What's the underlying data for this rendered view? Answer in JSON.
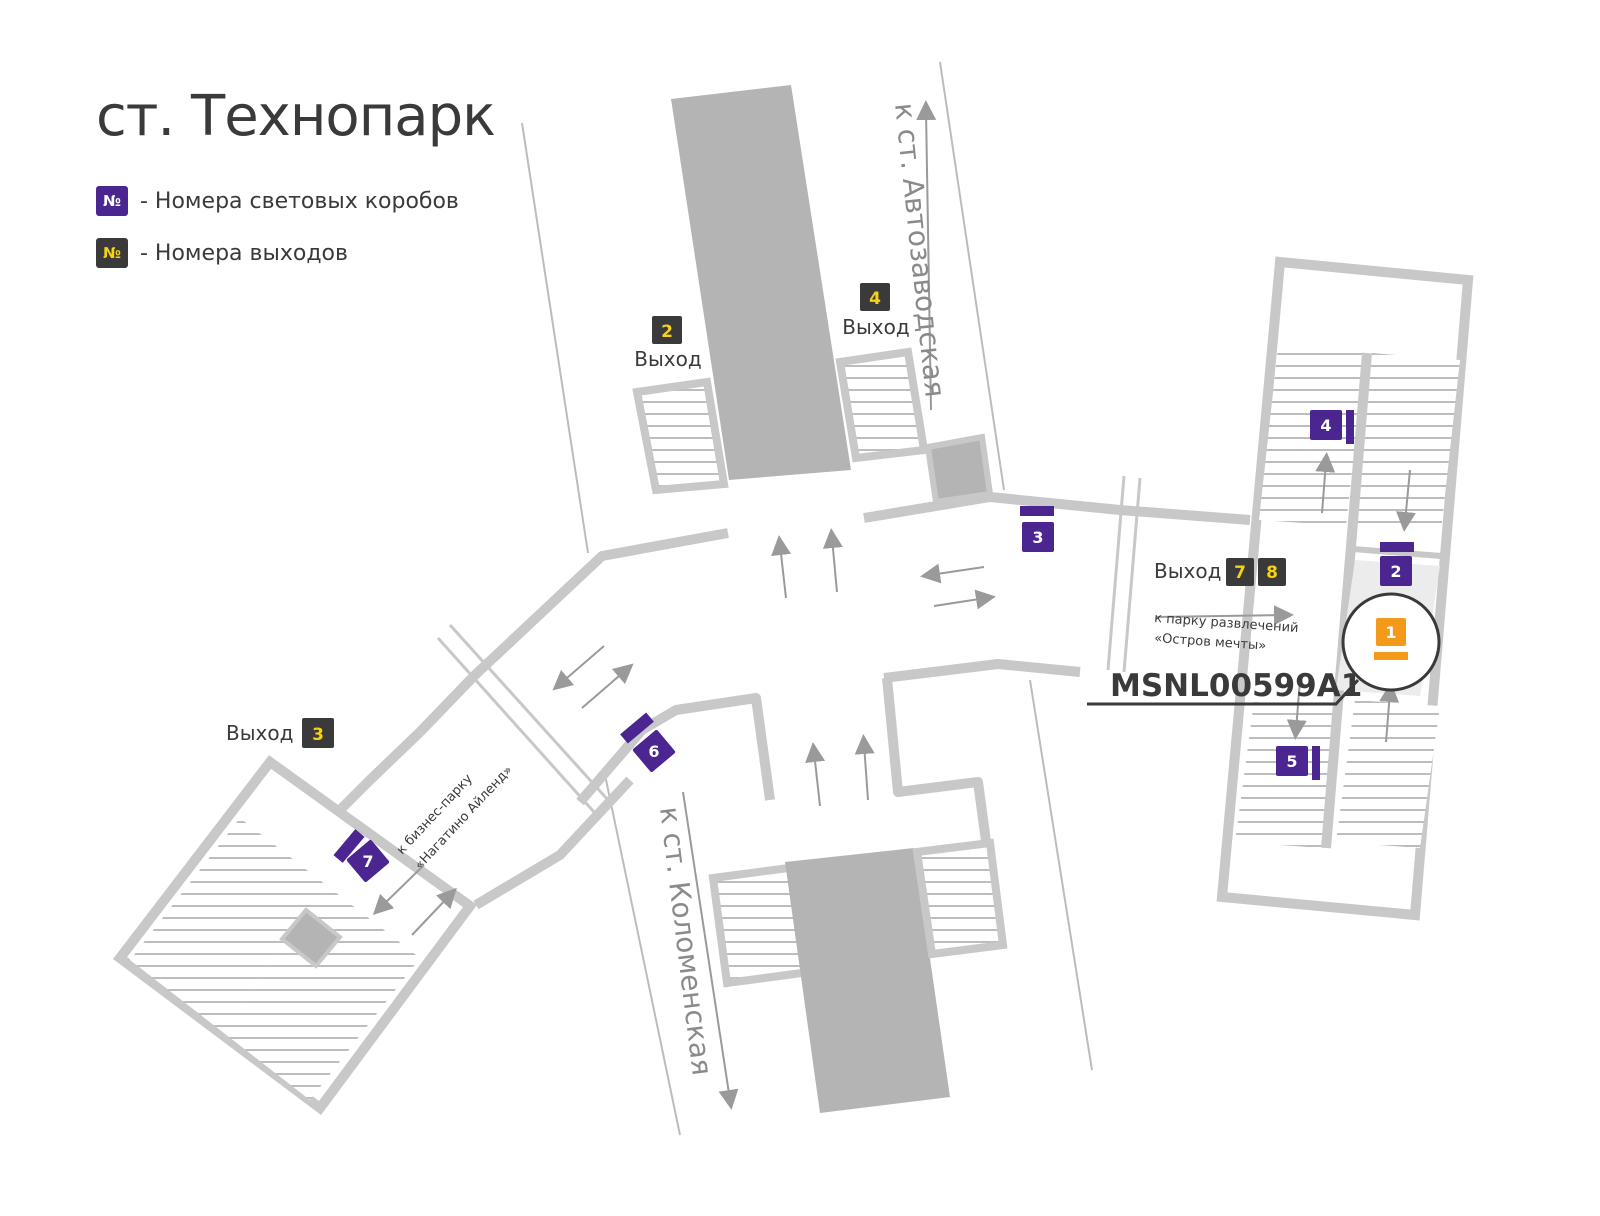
{
  "title": "ст. Технопарк",
  "legend": [
    {
      "symbol": "№",
      "label": "- Номера световых коробов",
      "color": "#4b2590"
    },
    {
      "symbol": "№",
      "label": "- Номера выходов",
      "color": "#3a3a3a"
    }
  ],
  "colors": {
    "lightbox": "#4b2590",
    "exit_badge": "#3a3a3a",
    "exit_digit": "#f5d213",
    "highlight": "#f39a1b",
    "wall": "#c8c8c8",
    "block": "#b4b4b4"
  },
  "exit_word": "Выход",
  "exits": [
    {
      "number": "2",
      "label": "Выход"
    },
    {
      "number": "4",
      "label": "Выход"
    },
    {
      "number": "3",
      "label": "Выход"
    },
    {
      "numbers": [
        "7",
        "8"
      ],
      "label": "Выход"
    }
  ],
  "lightboxes": [
    "1",
    "2",
    "3",
    "4",
    "5",
    "6",
    "7"
  ],
  "highlighted_lightbox": "1",
  "lightbox_code": "MSNL00599A1",
  "directions": {
    "north": "к ст. Автозаводская",
    "south": "к ст. Коломенская",
    "park_line1": "к парку развлечений",
    "park_line2": "«Остров мечты»",
    "business_line1": "к бизнес-парку",
    "business_line2": "«Нагатино Айленд»"
  },
  "icons": [
    "arrow-icon",
    "zigzag-break-icon",
    "escalator-icon",
    "stairs-icon"
  ]
}
